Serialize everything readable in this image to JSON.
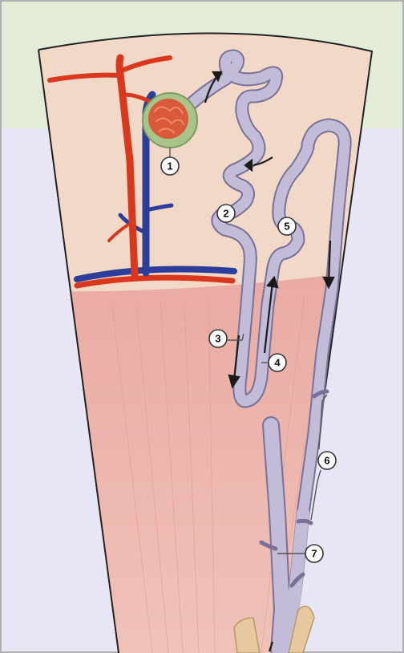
{
  "diagram": {
    "colors": {
      "outer_top_band": "#e3ecd6",
      "outer_background": "#e6e6f4",
      "cortex": "#f2d8c6",
      "medulla": "#ecb6ae",
      "artery": "#d9381e",
      "vein": "#2d3e9a",
      "tubule_fill": "#b9b2d0",
      "tubule_stroke": "#7a7198",
      "glomerulus": "#d85a3a",
      "capsule": "#a9c48a",
      "ureter_stub": "#e6c9a0",
      "flow_arrow": "#1a1a1a"
    },
    "labels": [
      {
        "id": "label-1",
        "text": "1"
      },
      {
        "id": "label-2",
        "text": "2"
      },
      {
        "id": "label-3",
        "text": "3"
      },
      {
        "id": "label-4",
        "text": "4"
      },
      {
        "id": "label-5",
        "text": "5"
      },
      {
        "id": "label-6",
        "text": "6"
      },
      {
        "id": "label-7",
        "text": "7"
      }
    ]
  }
}
